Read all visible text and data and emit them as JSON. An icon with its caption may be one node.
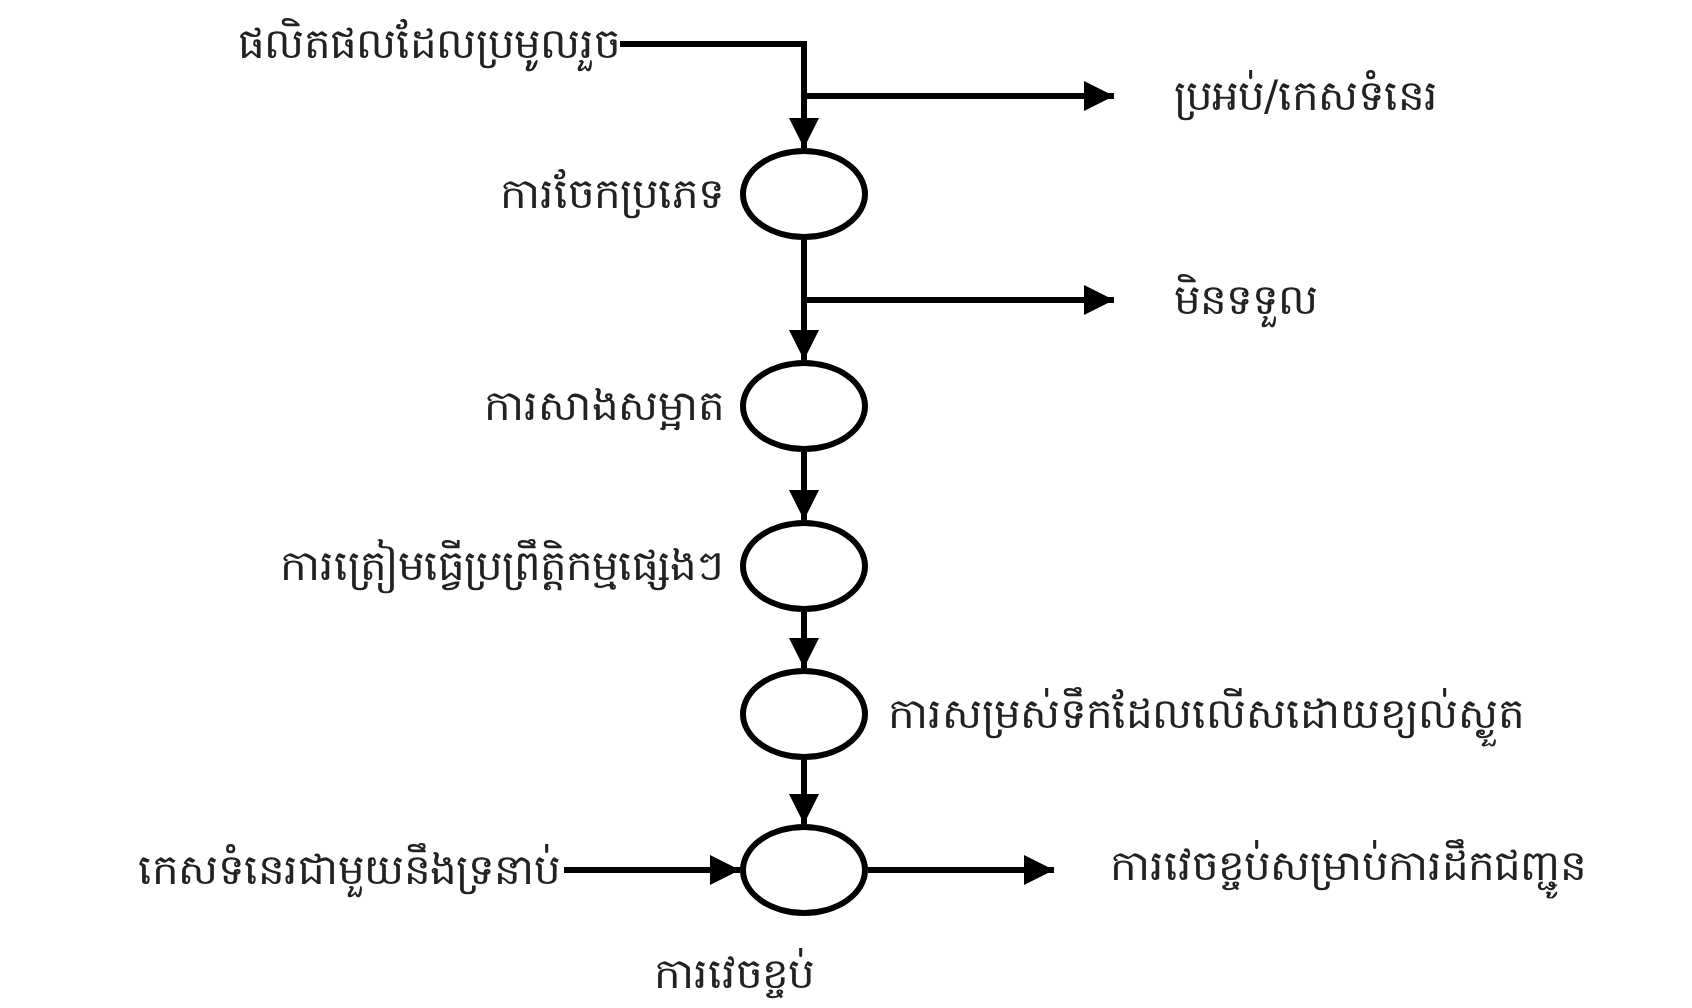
{
  "diagram": {
    "nodes": [
      {
        "text": [
          "ផលិតផលដែលប្រមូលរួច"
        ]
      },
      {
        "text": [],
        "shape": "ellipse",
        "beside": [
          "ការចែកប្រភេទ"
        ]
      },
      {
        "text": [
          "ប្រអប់/កេសទំនេរ"
        ]
      },
      {
        "text": [],
        "shape": "ellipse",
        "beside": [
          "ការសាងសម្អាត"
        ]
      },
      {
        "text": [
          "មិនទទួល"
        ]
      },
      {
        "text": [],
        "shape": "ellipse",
        "beside": [
          "ការត្រៀមធ្វើប្រព្រឹត្តិកម្មផ្សេងៗ"
        ]
      },
      {
        "text": [],
        "shape": "ellipse",
        "beside": [
          "ការសម្រស់ទឹកដែលលើសដោយខ្យល់ស្ងួត"
        ]
      },
      {
        "text": [
          "កេសទំនេរជាមួយនឹងទ្រនាប់"
        ]
      },
      {
        "text": [],
        "shape": "ellipse",
        "beside": [
          "ការវេចខ្ចប់"
        ]
      },
      {
        "text": [
          "ការវេចខ្ចប់សម្រាប់ការដឹកជញ្ជូន"
        ]
      }
    ],
    "edges": [
      {
        "from": 0,
        "to": 1,
        "arrow": "to"
      },
      {
        "from": 0,
        "to": 2,
        "arrow": "to"
      },
      {
        "from": 1,
        "to": 3,
        "arrow": "to"
      },
      {
        "from": 1,
        "to": 4,
        "arrow": "to"
      },
      {
        "from": 3,
        "to": 5,
        "arrow": "to"
      },
      {
        "from": 5,
        "to": 6,
        "arrow": "to"
      },
      {
        "from": 6,
        "to": 8,
        "arrow": "to"
      },
      {
        "from": 7,
        "to": 8,
        "arrow": "to"
      },
      {
        "from": 8,
        "to": 9,
        "arrow": "to"
      }
    ]
  }
}
